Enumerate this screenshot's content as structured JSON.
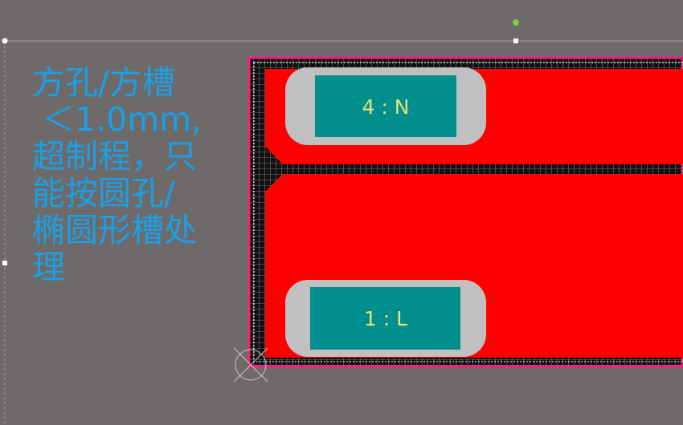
{
  "annotation": {
    "lines": [
      "方孔/方槽",
      "＜1.0mm,",
      "超制程，只",
      "能按圆孔/",
      "椭圆形槽处",
      "理"
    ]
  },
  "pads": [
    {
      "label": "4 : N"
    },
    {
      "label": "1 : L"
    }
  ],
  "colors": {
    "background": "#6e6a69",
    "copper": "#ff0000",
    "pad_outline": "#c0c0c0",
    "pad_fill": "#008f8c",
    "pad_text": "#e6e078",
    "annotation_text": "#1aa0e6",
    "board_edge": "#ff1c7a",
    "grid": "#000000",
    "selection_handle": "#ffffff",
    "rotation_handle": "#7ed23c"
  }
}
